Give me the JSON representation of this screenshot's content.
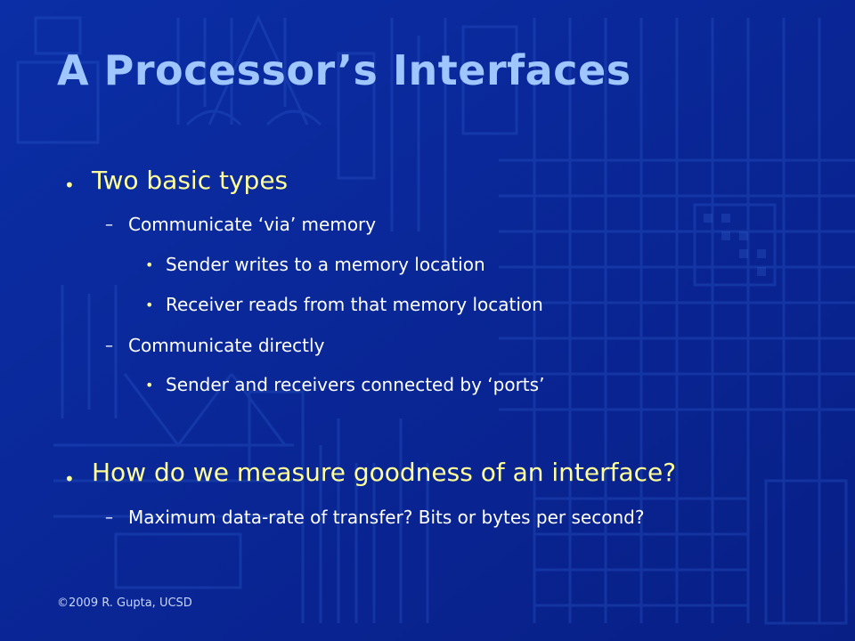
{
  "slide": {
    "title": "A Processor’s Interfaces",
    "outline": [
      {
        "bullet": "•",
        "text": "Two basic types",
        "children": [
          {
            "marker": "–",
            "text": "Communicate ‘via’ memory",
            "children": [
              {
                "bullet": "•",
                "text": "Sender writes to a memory location"
              },
              {
                "bullet": "•",
                "text": "Receiver reads from that memory location"
              }
            ]
          },
          {
            "marker": "–",
            "text": "Communicate directly",
            "children": [
              {
                "bullet": "•",
                "text": "Sender and receivers connected by ‘ports’"
              }
            ]
          }
        ]
      },
      {
        "bullet": "•",
        "text": "How do we measure goodness of an interface?",
        "children": [
          {
            "marker": "–",
            "text": "Maximum data-rate of transfer? Bits or bytes per second?"
          }
        ]
      }
    ],
    "footer": "©2009 R. Gupta, UCSD"
  },
  "theme": {
    "background": "#0a2a9a",
    "title_color": "#9fc6ff",
    "level1_color": "#ffff99",
    "text_color": "#ffffff"
  }
}
